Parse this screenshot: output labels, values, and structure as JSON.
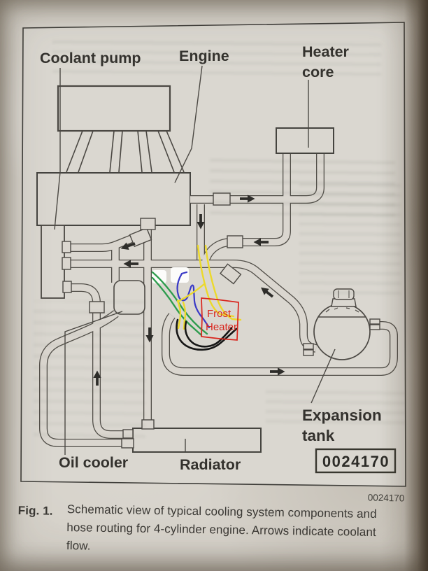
{
  "figure": {
    "component_labels": {
      "coolant_pump": "Coolant pump",
      "engine": "Engine",
      "heater_core": [
        "Heater",
        "core"
      ],
      "oil_cooler": "Oil cooler",
      "radiator": "Radiator",
      "expansion_tank": [
        "Expansion",
        "tank"
      ]
    },
    "part_number_boxed": "0024170",
    "part_number_below": "0024170",
    "hand_annotation": {
      "label": [
        "Frost",
        "Heater"
      ],
      "box_color": "#d9251d",
      "line_colors": {
        "yellow": "#ecd92b",
        "green": "#2d9c4d",
        "blue": "#3a3ac6",
        "black": "#161616"
      }
    }
  },
  "caption": {
    "fig_label": "Fig. 1.",
    "lines": [
      "Schematic view of typical cooling system components and",
      "hose routing for 4-cylinder engine. Arrows indicate coolant",
      "flow."
    ]
  },
  "colors": {
    "paper": "#dad6cf",
    "ink": "#4c4944",
    "label_text": "#33312d"
  }
}
